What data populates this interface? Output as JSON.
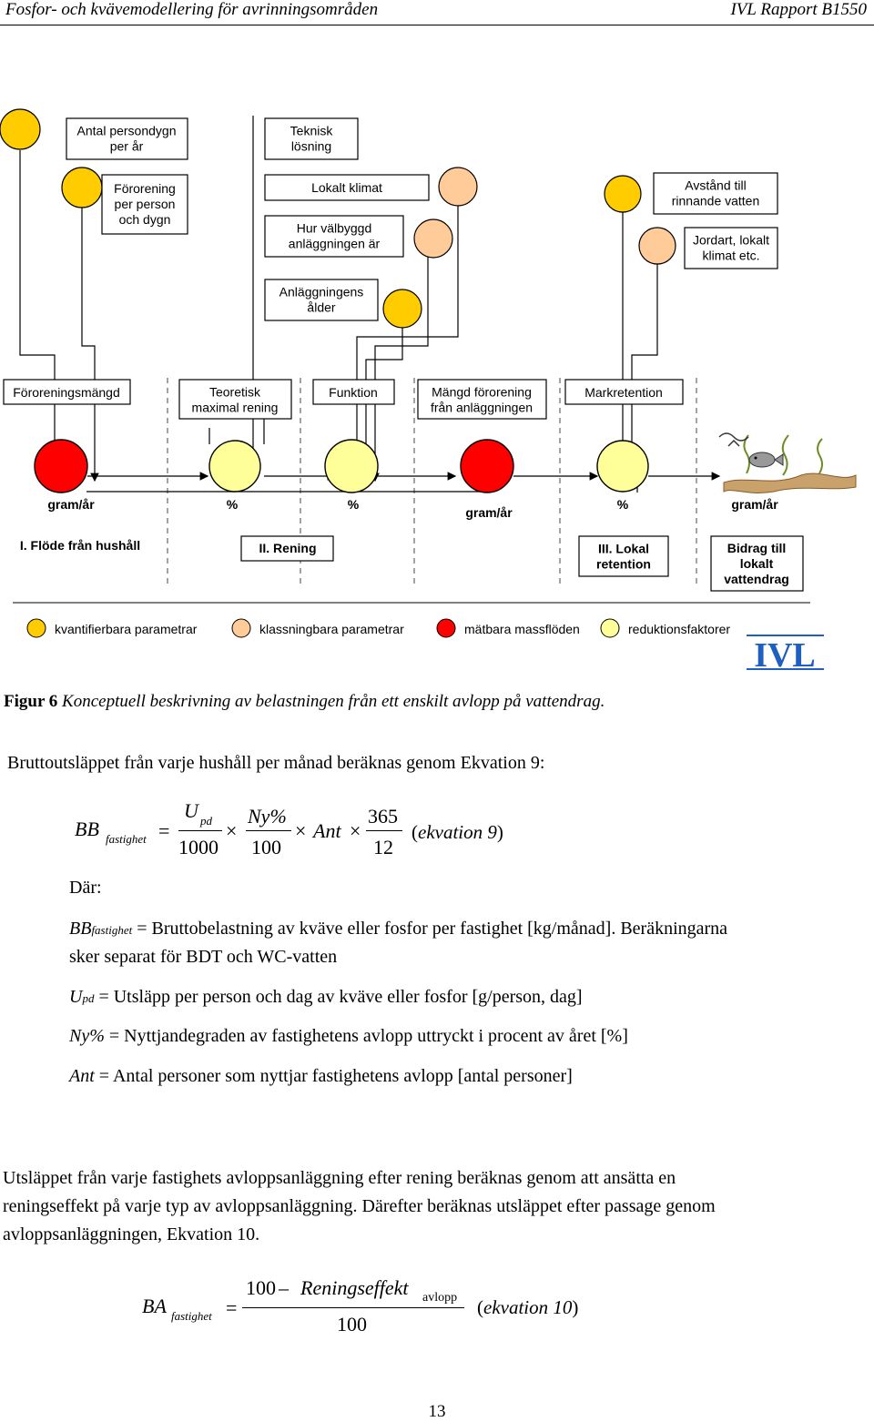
{
  "header": {
    "left": "Fosfor- och kvävemodellering för avrinningsområden",
    "right": "IVL Rapport B1550"
  },
  "diagram": {
    "top_boxes": {
      "antal_persondygn": [
        "Antal persondygn",
        "per år"
      ],
      "teknisk_losning": [
        "Teknisk",
        "lösning"
      ],
      "fororening_per_person": [
        "Förorening",
        "per person",
        "och dygn"
      ],
      "lokalt_klimat": [
        "Lokalt klimat"
      ],
      "avstand": [
        "Avstånd till",
        "rinnande vatten"
      ],
      "valbyggd": [
        "Hur välbyggd",
        "anläggningen är"
      ],
      "jordart": [
        "Jordart, lokalt",
        "klimat etc."
      ],
      "anlaggningens_alder": [
        "Anläggningens",
        "ålder"
      ]
    },
    "mid_boxes": {
      "fororeningsmangd": [
        "Föroreningsmängd"
      ],
      "teoretisk": [
        "Teoretisk",
        "maximal rening"
      ],
      "funktion": [
        "Funktion"
      ],
      "mangd_fororening": [
        "Mängd förorening",
        "från anläggningen"
      ],
      "markretention": [
        "Markretention"
      ]
    },
    "units": {
      "u1": "gram/år",
      "u2": "%",
      "u3": "%",
      "u4": "gram/år",
      "u5": "%",
      "u6": "gram/år"
    },
    "stages": {
      "s1": [
        "I. Flöde från hushåll"
      ],
      "s2": [
        "II. Rening"
      ],
      "s3": [
        "III. Lokal",
        "retention"
      ],
      "s4": [
        "Bidrag till",
        "lokalt",
        "vattendrag"
      ]
    },
    "legend": {
      "l1": "kvantifierbara parametrar",
      "l2": "klassningbara parametrar",
      "l3": "mätbara massflöden",
      "l4": "reduktionsfaktorer"
    },
    "logo": "IVL",
    "colors": {
      "yellow": "#FFCC00",
      "peach": "#FFCC99",
      "red": "#FF0000",
      "lightyellow": "#FFFF99",
      "logo_blue": "#1f5fbf"
    }
  },
  "caption": {
    "label": "Figur 6",
    "text": "Konceptuell beskrivning av belastningen från ett enskilt avlopp på vattendrag."
  },
  "para1": "Bruttoutsläppet från varje hushåll per månad beräknas genom Ekvation 9:",
  "eq9": {
    "lhs": "BB",
    "lhs_sub": "fastighet",
    "eq": "=",
    "f1_num": "U",
    "f1_num_sub": "pd",
    "f1_den": "1000",
    "times": "×",
    "f2_num": "Ny%",
    "f2_den": "100",
    "ant": "Ant",
    "f3_num": "365",
    "f3_den": "12",
    "label_open": "(",
    "label": "ekvation 9",
    "label_close": ")"
  },
  "dar": "Där:",
  "def1": {
    "sym": "BB",
    "sub": "fastighet",
    "text": " = Bruttobelastning av kväve eller fosfor per fastighet [kg/månad]. Beräkningarna",
    "text2": "sker separat för BDT och WC-vatten"
  },
  "def2": {
    "sym": "U",
    "sub": "pd",
    "text": " = Utsläpp per person och dag av kväve eller fosfor [g/person, dag]"
  },
  "def3": {
    "sym": "Ny%",
    "text": " = Nyttjandegraden av fastighetens avlopp uttryckt i procent av året [%]"
  },
  "def4": {
    "sym": "Ant",
    "text": " = Antal personer som nyttjar fastighetens avlopp [antal personer]"
  },
  "para2": [
    "Utsläppet från varje fastighets avloppsanläggning efter rening beräknas genom att ansätta en",
    "reningseffekt på varje typ av avloppsanläggning. Därefter beräknas utsläppet efter passage genom",
    "avloppsanläggningen, Ekvation 10."
  ],
  "eq10": {
    "lhs": "BA",
    "lhs_sub": "fastighet",
    "eq": "=",
    "num_a": "100",
    "minus": "–",
    "num_b": "Reningseffekt",
    "num_b_sub": "avlopp",
    "den": "100",
    "label_open": "(",
    "label": "ekvation 10",
    "label_close": ")"
  },
  "page_number": "13"
}
